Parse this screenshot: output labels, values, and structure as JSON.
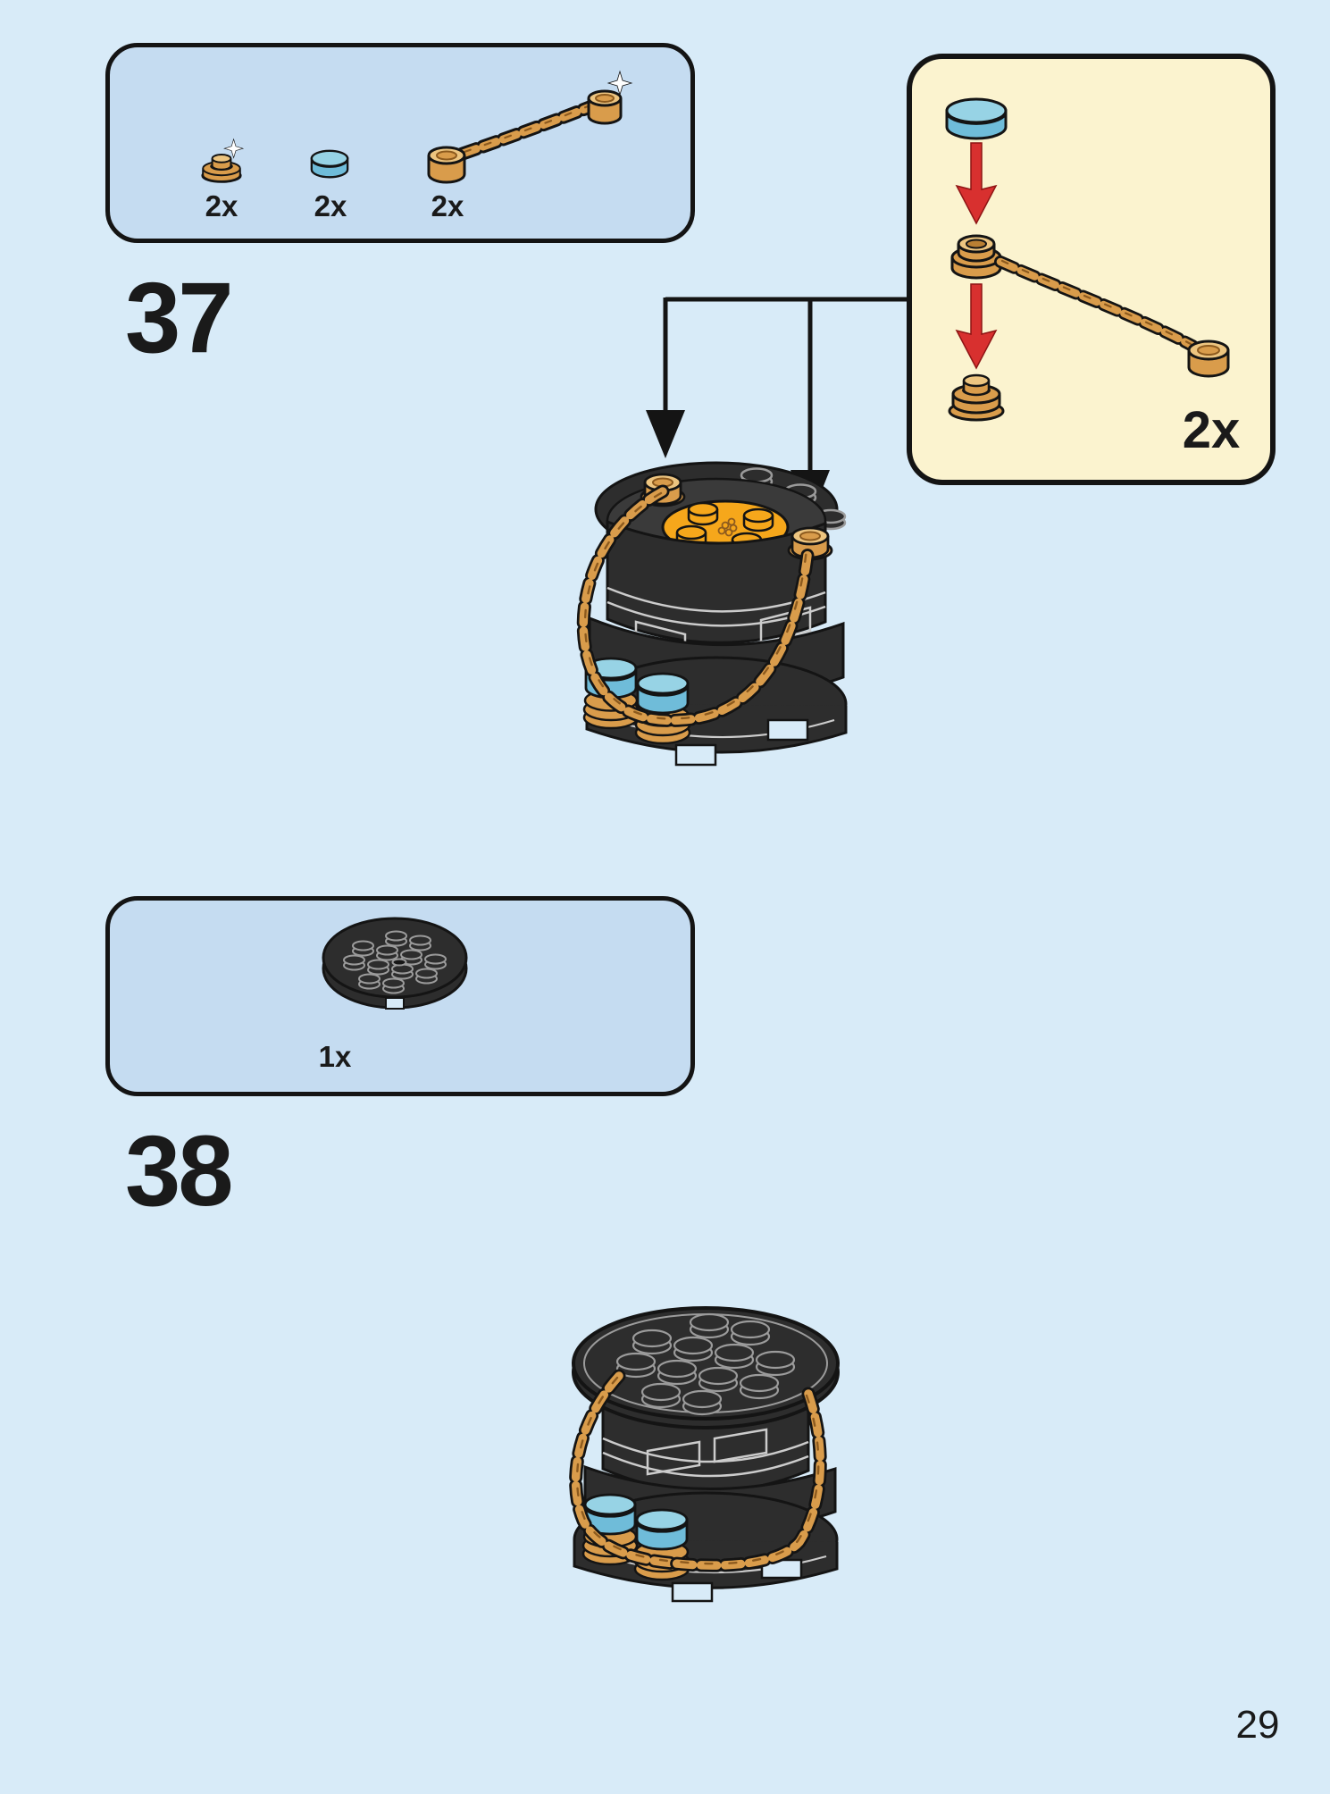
{
  "colors": {
    "page_bg": "#D8EBF8",
    "panel_bg": "#C5DCF1",
    "callout_bg": "#FBF3CF",
    "outline": "#141414",
    "text": "#1A1A1A",
    "gold": "#D99C4B",
    "gold_light": "#EDC580",
    "gold_dark": "#8C5A1E",
    "gold_shadow": "#B97F33",
    "azure": "#6FBCD9",
    "azure_light": "#97D3E5",
    "orange": "#F6A71B",
    "black_part": "#2D2D2D",
    "red_arrow": "#D8302F"
  },
  "page": {
    "number": "29"
  },
  "step_37": {
    "number": "37",
    "parts_box": {
      "parts": [
        {
          "icon": "gold-round-plate-1x1",
          "count": "2x"
        },
        {
          "icon": "azure-round-tile-1x1",
          "count": "2x"
        },
        {
          "icon": "gold-chain-with-end-studs",
          "count": "2x"
        }
      ]
    },
    "callout": {
      "count": "2x"
    }
  },
  "step_38": {
    "number": "38",
    "parts_box": {
      "parts": [
        {
          "icon": "black-round-plate-4x4",
          "count": "1x"
        }
      ]
    }
  }
}
